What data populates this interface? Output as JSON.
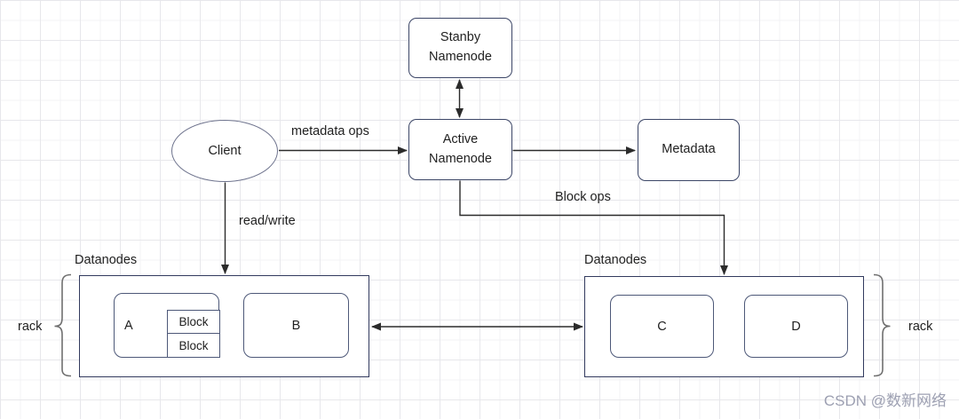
{
  "diagram": {
    "nodes": {
      "standby_namenode": "Stanby\nNamenode",
      "active_namenode": "Active\nNamenode",
      "metadata": "Metadata",
      "client": "Client",
      "datanode_a": "A",
      "datanode_b": "B",
      "datanode_c": "C",
      "datanode_d": "D",
      "block_1": "Block",
      "block_2": "Block"
    },
    "edge_labels": {
      "metadata_ops": "metadata ops",
      "read_write": "read/write",
      "block_ops": "Block ops"
    },
    "group_labels": {
      "datanodes_left": "Datanodes",
      "datanodes_right": "Datanodes",
      "rack_left": "rack",
      "rack_right": "rack"
    },
    "colors": {
      "namenode_border": "#3c4667",
      "datanode_border": "#4d5878",
      "rack_border": "#323a5e",
      "client_border": "#6f748e",
      "connector": "#2b2b2b",
      "brace": "#6f6f6f",
      "text": "#1f1f1f",
      "watermark": "#9da0b2",
      "grid_minor": "#f3f3f5",
      "grid_major": "#e7e7eb"
    }
  },
  "watermark": {
    "text": "CSDN @数新网络"
  }
}
